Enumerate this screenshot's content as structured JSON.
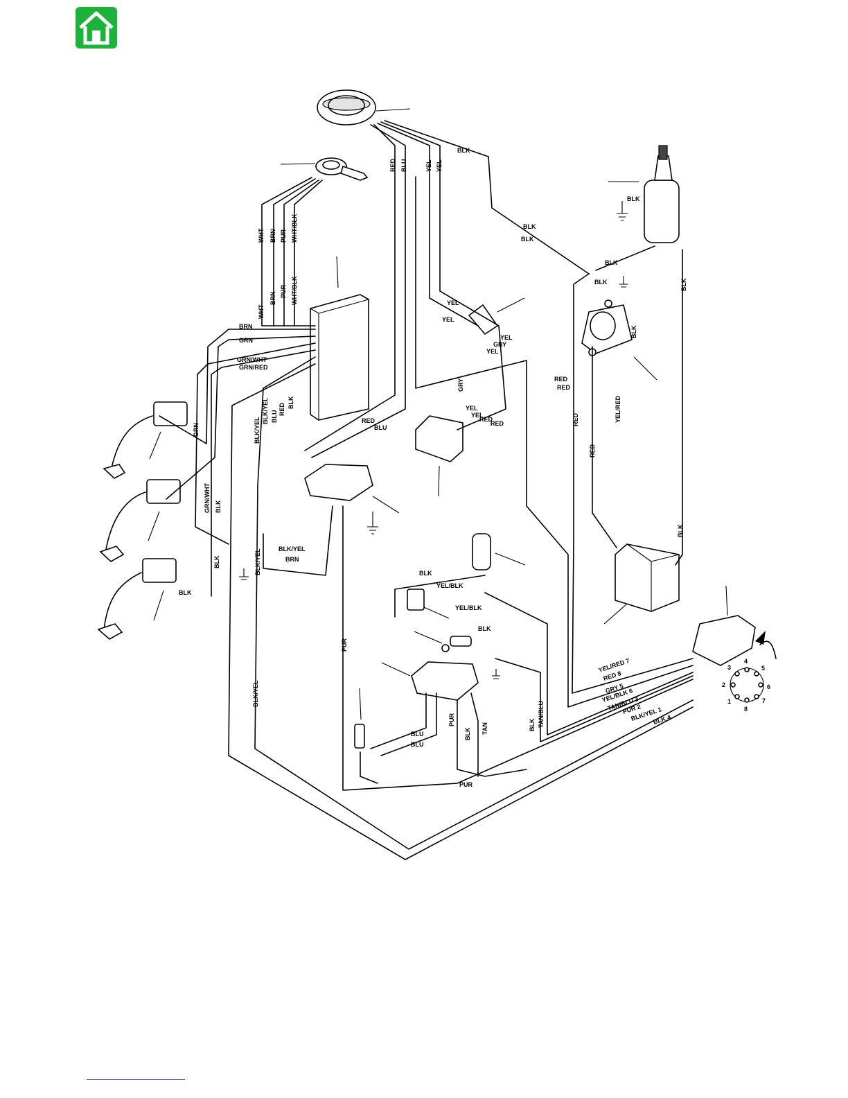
{
  "home": {
    "icon": "home-icon",
    "color": "#1db33a"
  },
  "wire_labels": {
    "blk": "BLK",
    "red": "RED",
    "blu": "BLU",
    "yel": "YEL",
    "wht": "WHT",
    "brn": "BRN",
    "pur": "PUR",
    "wht_blk": "WHT/BLK",
    "grn": "GRN",
    "grn_wht": "GRN/WHT",
    "grn_red": "GRN/RED",
    "blk_yel": "BLK/YEL",
    "gry": "GRY",
    "yel_red": "YEL/RED",
    "yel_blk": "YEL/BLK",
    "tan": "TAN",
    "tan_blu": "TAN/BLU"
  },
  "harness_labels": [
    "YEL/RED 7",
    "RED 8",
    "GRY 5",
    "YEL/BLK 6",
    "TAN/BLU 3",
    "PUR 2",
    "BLK/YEL 1",
    "BLK 4"
  ],
  "connector_pins": [
    "1",
    "2",
    "3",
    "4",
    "5",
    "6",
    "7",
    "8"
  ]
}
